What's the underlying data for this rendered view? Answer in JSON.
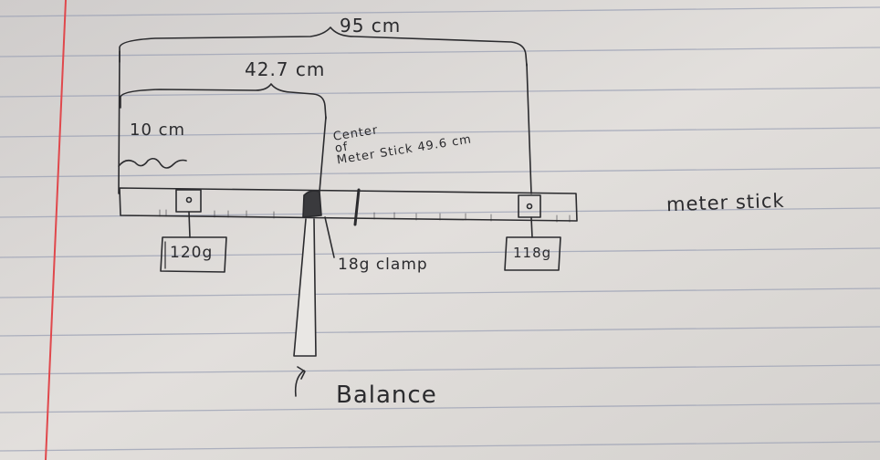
{
  "labels": {
    "total_length": "95 cm",
    "to_balance": "42.7 cm",
    "to_left_mass": "10 cm",
    "center_line1": "Center",
    "center_line2": "of",
    "center_line3": "Meter Stick 49.6 cm",
    "stick_label": "meter stick",
    "left_mass": "120g",
    "clamp": "18g clamp",
    "right_mass": "118g",
    "balance": "Balance"
  },
  "colors": {
    "paper": "#dcd9d6",
    "rule_line": "#9aa0b4",
    "margin_line": "#e0484c",
    "ink": "#2b2b2e"
  }
}
